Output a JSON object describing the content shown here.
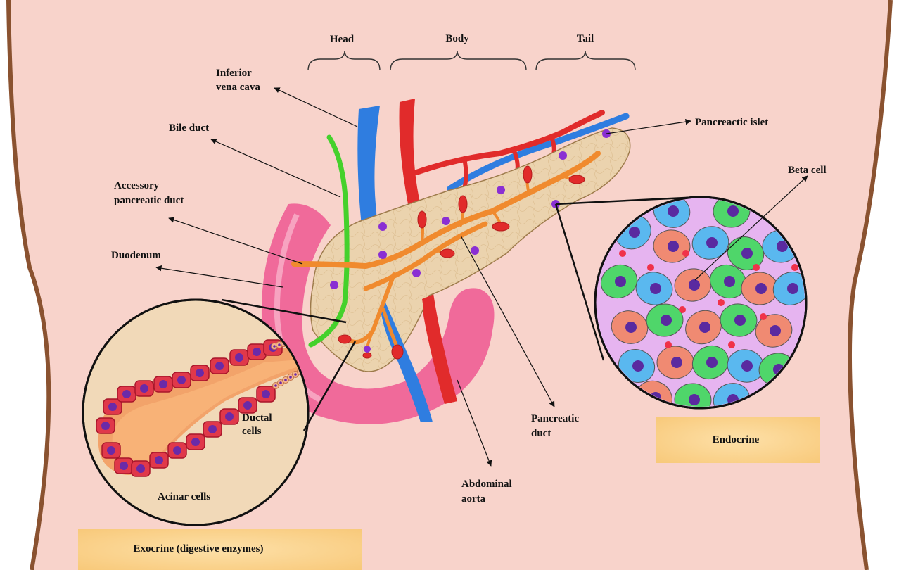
{
  "regions": {
    "head": "Head",
    "body": "Body",
    "tail": "Tail"
  },
  "labels": {
    "ivc_line1": "Inferior",
    "ivc_line2": "vena cava",
    "bile_duct": "Bile duct",
    "accessory_line1": "Accessory",
    "accessory_line2": "pancreatic duct",
    "duodenum": "Duodenum",
    "islet": "Pancreactic islet",
    "beta_cell": "Beta cell",
    "pancreatic_duct_line1": "Pancreatic",
    "pancreatic_duct_line2": "duct",
    "aorta_line1": "Abdominal",
    "aorta_line2": "aorta",
    "ductal_line1": "Ductal",
    "ductal_line2": "cells",
    "acinar": "Acinar cells"
  },
  "boxes": {
    "endocrine": "Endocrine",
    "exocrine": "Exocrine (digestive enzymes)"
  },
  "colors": {
    "skin": "#f8d3cb",
    "outline": "#8a5230",
    "pancreas": "#ebd3ae",
    "duct": "#f08a2e",
    "vein": "#2f7de0",
    "artery": "#e12b2b",
    "bile": "#45d12c",
    "duodenum": "#f06a9a",
    "box_fill": "#fbd795",
    "islet": "#8a2fd3"
  }
}
